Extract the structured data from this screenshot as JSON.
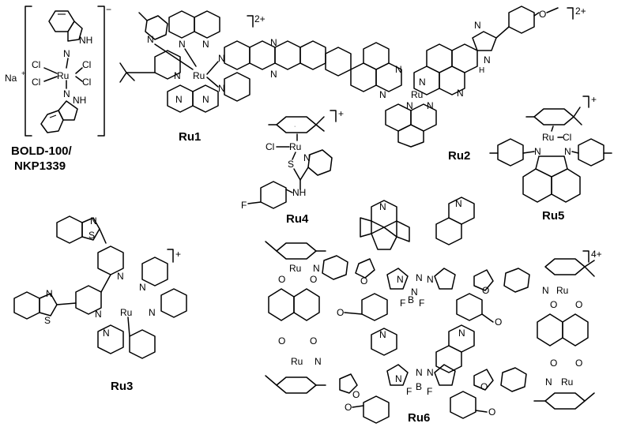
{
  "compounds": [
    {
      "id": "bold100",
      "label": "BOLD-100/\nNKP1339",
      "counter_ion": "Na⁺",
      "charge": "−"
    },
    {
      "id": "ru1",
      "label": "Ru1",
      "charge": "2+"
    },
    {
      "id": "ru2",
      "label": "Ru2",
      "charge": "2+"
    },
    {
      "id": "ru3",
      "label": "Ru3",
      "charge": "+"
    },
    {
      "id": "ru4",
      "label": "Ru4",
      "charge": "+"
    },
    {
      "id": "ru5",
      "label": "Ru5",
      "charge": "+"
    },
    {
      "id": "ru6",
      "label": "Ru6",
      "charge": "4+"
    }
  ],
  "labels": {
    "bold_line1": "BOLD-100/",
    "bold_line2": "NKP1339",
    "na": "Na",
    "na_charge": "+",
    "bold_charge": "−",
    "ru1": "Ru1",
    "ru1_charge": "2+",
    "ru2": "Ru2",
    "ru2_charge": "2+",
    "ru3": "Ru3",
    "ru3_charge": "+",
    "ru4": "Ru4",
    "ru4_charge": "+",
    "ru5": "Ru5",
    "ru5_charge": "+",
    "ru6": "Ru6",
    "ru6_charge": "4+"
  },
  "atoms": {
    "ru": "Ru",
    "cl": "Cl",
    "n": "N",
    "nh": "NH",
    "h": "H",
    "s": "S",
    "o": "O",
    "f": "F",
    "b": "B",
    "ru_cl": "Ru–Cl",
    "och3": "O"
  }
}
